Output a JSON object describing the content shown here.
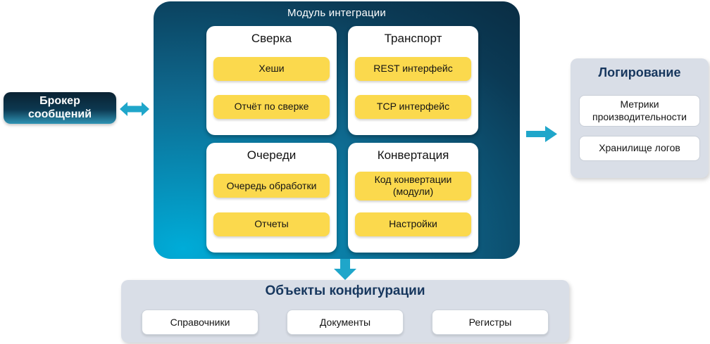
{
  "broker": {
    "label": "Брокер сообщений"
  },
  "module": {
    "title": "Модуль интеграции",
    "cards": [
      {
        "title": "Сверка",
        "items": [
          "Хеши",
          "Отчёт по сверке"
        ]
      },
      {
        "title": "Транспорт",
        "items": [
          "REST интерфейс",
          "TCP интерфейс"
        ]
      },
      {
        "title": "Очереди",
        "items": [
          "Очередь обработки",
          "Отчеты"
        ]
      },
      {
        "title": "Конвертация",
        "items": [
          "Код конвертации (модули)",
          "Настройки"
        ]
      }
    ]
  },
  "logging": {
    "title": "Логирование",
    "items": [
      "Метрики производительности",
      "Хранилище логов"
    ]
  },
  "config_objects": {
    "title": "Объекты конфигурации",
    "items": [
      "Справочники",
      "Документы",
      "Регистры"
    ]
  },
  "icons": {
    "broker_module_arrow": "double-horizontal-arrow",
    "module_logging_arrow": "right-arrow",
    "module_config_arrow": "down-arrow"
  },
  "colors": {
    "accent_cyan": "#1FA6CA",
    "module_bright": "#00ACD8",
    "module_dark": "#092C42",
    "chip_yellow": "#FBD94D",
    "panel_gray": "#D9DEE7",
    "title_navy": "#17375E"
  }
}
